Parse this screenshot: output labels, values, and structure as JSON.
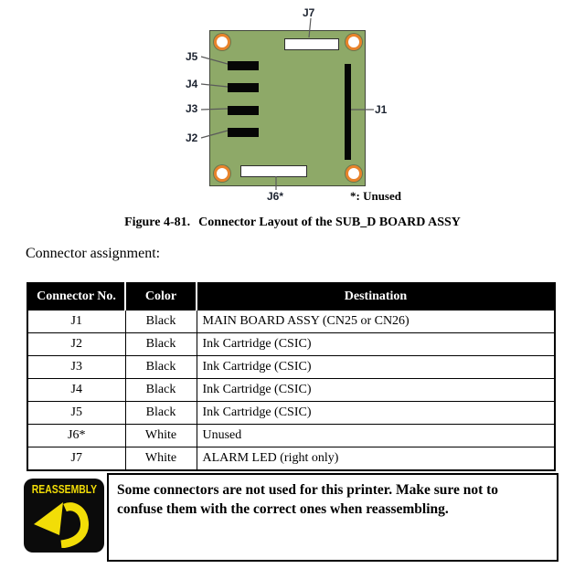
{
  "figure": {
    "caption_label": "Figure 4-81.",
    "caption_title": "Connector Layout of the SUB_D BOARD ASSY",
    "board_color": "#8EA968",
    "hole_ring_color": "#E8832B",
    "labels": {
      "j1": "J1",
      "j2": "J2",
      "j3": "J3",
      "j4": "J4",
      "j5": "J5",
      "j6": "J6*",
      "j7": "J7"
    },
    "unused_note": "*: Unused"
  },
  "intro_text": "Connector assignment:",
  "table": {
    "headers": [
      "Connector No.",
      "Color",
      "Destination"
    ],
    "rows": [
      [
        "J1",
        "Black",
        "MAIN BOARD ASSY (CN25 or CN26)"
      ],
      [
        "J2",
        "Black",
        "Ink Cartridge (CSIC)"
      ],
      [
        "J3",
        "Black",
        "Ink Cartridge (CSIC)"
      ],
      [
        "J4",
        "Black",
        "Ink Cartridge (CSIC)"
      ],
      [
        "J5",
        "Black",
        "Ink Cartridge (CSIC)"
      ],
      [
        "J6*",
        "White",
        "Unused"
      ],
      [
        "J7",
        "White",
        "ALARM LED (right only)"
      ]
    ]
  },
  "note": {
    "badge_label": "REASSEMBLY",
    "badge_bg": "#0B0B0B",
    "badge_fg": "#F2DD07",
    "lines": [
      "Some connectors are not used for this printer. Make sure not to",
      "confuse them with the correct ones when reassembling."
    ]
  }
}
